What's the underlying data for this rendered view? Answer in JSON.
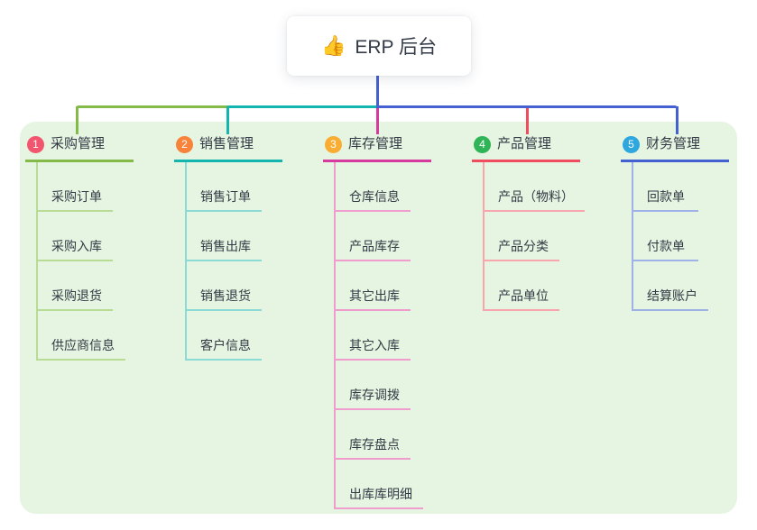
{
  "root": {
    "icon": "👍",
    "title": "ERP 后台"
  },
  "panel": {
    "bg": "#e6f4e2"
  },
  "branches": [
    {
      "num": "1",
      "label": "采购管理",
      "color": "#84bb48",
      "color_light": "#b9dc95",
      "badge_color": "#f2566e",
      "children": [
        "采购订单",
        "采购入库",
        "采购退货",
        "供应商信息"
      ]
    },
    {
      "num": "2",
      "label": "销售管理",
      "color": "#14b5ae",
      "color_light": "#8adbd6",
      "badge_color": "#f8833b",
      "children": [
        "销售订单",
        "销售出库",
        "销售退货",
        "客户信息"
      ]
    },
    {
      "num": "3",
      "label": "库存管理",
      "color": "#d63a9e",
      "color_light": "#f09ccd",
      "badge_color": "#f9ae33",
      "children": [
        "仓库信息",
        "产品库存",
        "其它出库",
        "其它入库",
        "库存调拨",
        "库存盘点",
        "出库库明细"
      ]
    },
    {
      "num": "4",
      "label": "产品管理",
      "color": "#f04b5f",
      "color_light": "#f8a5ad",
      "badge_color": "#2fb457",
      "children": [
        "产品（物料）",
        "产品分类",
        "产品单位"
      ]
    },
    {
      "num": "5",
      "label": "财务管理",
      "color": "#4560d0",
      "color_light": "#9fb2e8",
      "badge_color": "#2ea6de",
      "children": [
        "回款单",
        "付款单",
        "结算账户"
      ]
    }
  ]
}
